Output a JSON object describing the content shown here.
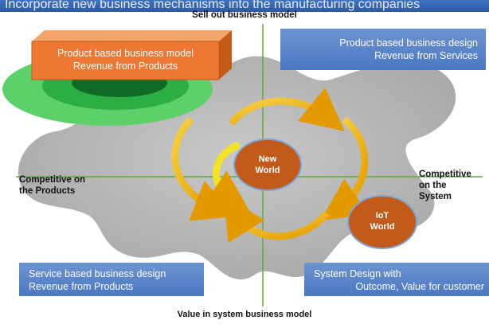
{
  "banner": {
    "text": "Incorporate new business mechanisms into the manufacturing companies"
  },
  "headings": {
    "top": "Sell out business model",
    "bottom": "Value in system business model"
  },
  "axis_labels": {
    "left": [
      "Competitive on",
      "the Products"
    ],
    "right": [
      "Competitive",
      "on the",
      "System"
    ]
  },
  "quadrants": {
    "top_left": [
      "Product based business model",
      "Revenue from Products"
    ],
    "top_right": [
      "Product based business design",
      "Revenue from Services"
    ],
    "bottom_left": [
      "Service based business design",
      "Revenue from Products"
    ],
    "bottom_right": [
      "System  Design with",
      "Outcome, Value for customer"
    ]
  },
  "center_nodes": {
    "new_world": [
      "New",
      "World"
    ],
    "iot_world": [
      "IoT",
      "World"
    ]
  },
  "colors": {
    "banner": "#2c5aa6",
    "quadrant_box": "#4b78c2",
    "orange_box": "#ee7733",
    "ellipse_fill": "#c25a1b",
    "arrow": "#f0b100",
    "axis": "#5fa843",
    "blob": "#b7b7b7"
  }
}
